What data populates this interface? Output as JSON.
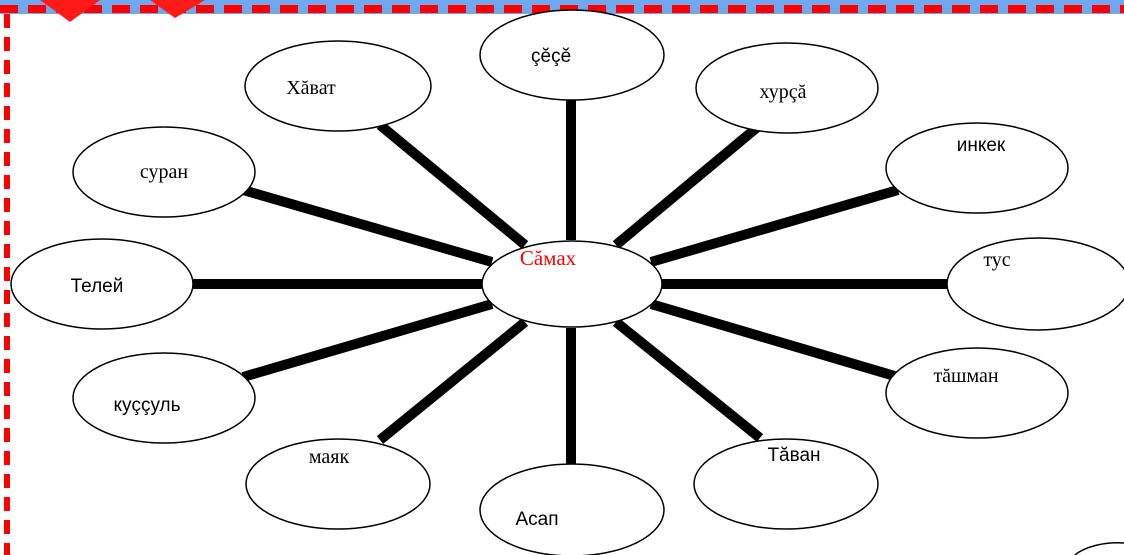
{
  "center": {
    "word": "Сăмах",
    "color": "#ff0000"
  },
  "words": [
    {
      "id": "cece",
      "text": "çĕçĕ"
    },
    {
      "id": "khursa",
      "text": "хурçă"
    },
    {
      "id": "inkek",
      "text": "инкек"
    },
    {
      "id": "tus",
      "text": "тус"
    },
    {
      "id": "tashman",
      "text": "тăшман"
    },
    {
      "id": "tavan",
      "text": "Тăван"
    },
    {
      "id": "asap",
      "text": "Асап"
    },
    {
      "id": "mayak",
      "text": "маяк"
    },
    {
      "id": "kussul",
      "text": "куççуль"
    },
    {
      "id": "teley",
      "text": "Телей"
    },
    {
      "id": "suran",
      "text": "суран"
    },
    {
      "id": "khavat",
      "text": "Хăват"
    }
  ],
  "colors": {
    "border_dash": "#ff0000",
    "top_band": "#6fa8ef",
    "spoke": "#000000",
    "ellipse_stroke": "#000000"
  }
}
